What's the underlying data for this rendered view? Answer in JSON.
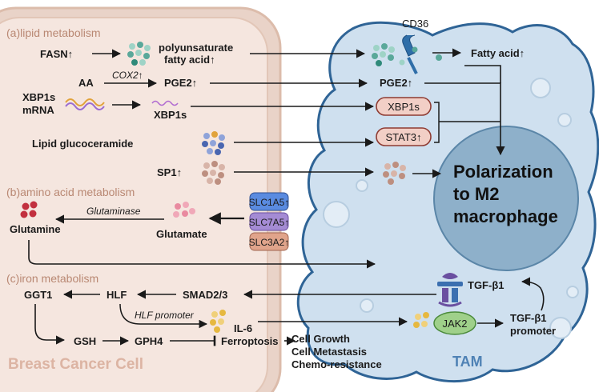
{
  "sections": {
    "lipid": "(a)lipid metabolism",
    "amino": "(b)amino acid metabolism",
    "iron": "(c)iron metabolism"
  },
  "cells": {
    "breast_cancer": "Breast Cancer Cell",
    "tam": "TAM"
  },
  "lipid": {
    "fasn": "FASN↑",
    "pufa_line1": "polyunsaturate",
    "pufa_line2": "fatty acid↑",
    "aa": "AA",
    "cox2": "COX2↑",
    "pge2_left": "PGE2↑",
    "xbp1s_mrna_line1": "XBP1s",
    "xbp1s_mrna_line2": "mRNA",
    "xbp1s_left": "XBP1s",
    "glucoceramide": "Lipid glucoceramide",
    "sp1": "SP1↑",
    "cd36": "CD36",
    "fatty_acid_right": "Fatty acid↑",
    "pge2_right": "PGE2↑",
    "xbp1s_box": "XBP1s",
    "stat3_box": "STAT3↑"
  },
  "polarization": {
    "line1": "Polarization",
    "line2": "to M2",
    "line3": "macrophage"
  },
  "amino": {
    "glutaminase": "Glutaminase",
    "glutamine": "Glutamine",
    "glutamate": "Glutamate",
    "slc1a5": "SLC1A5↑",
    "slc7a5": "SLC7A5↑",
    "slc3a2": "SLC3A2↑"
  },
  "iron": {
    "ggt1": "GGT1",
    "hlf": "HLF",
    "smad": "SMAD2/3",
    "hlf_promoter": "HLF promoter",
    "il6": "IL-6",
    "gsh": "GSH",
    "gph4": "GPH4",
    "ferroptosis": "Ferroptosis",
    "outcome1": "Cell Growth",
    "outcome2": "Cell Metastasis",
    "outcome3": "Chemo-resistance",
    "tgf_receptor_label": "TGF-β1",
    "jak2": "JAK2",
    "tgf_promoter_line1": "TGF-β1",
    "tgf_promoter_line2": "promoter"
  },
  "colors": {
    "cell_fill": "#f3e3dc",
    "cell_border": "#d9b7a4",
    "tam_fill": "#cfe0ef",
    "tam_border": "#3a6fa0",
    "nucleus": "#92b3cc",
    "box_fill": "#f2cfc6",
    "box_border": "#8e3b32",
    "teal": "#5aa89a",
    "slc1a5": "#5a8be0",
    "slc7a5": "#a48bd4",
    "slc3a2": "#e0a48b"
  }
}
